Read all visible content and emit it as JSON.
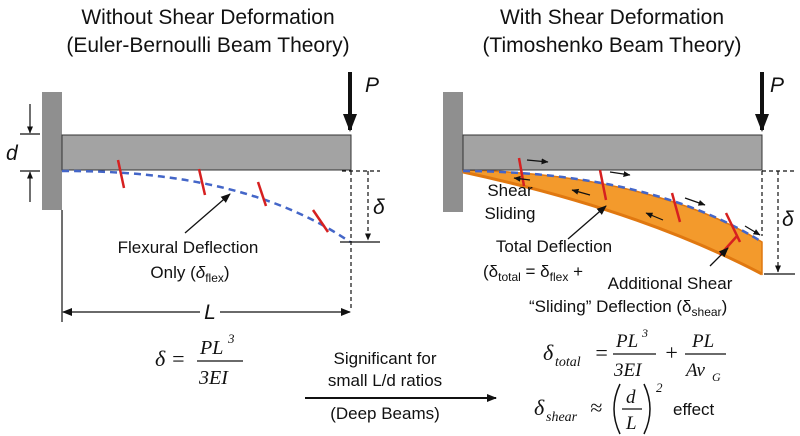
{
  "left_panel": {
    "title_1": "Without Shear Deformation",
    "title_2": "(Euler-Bernoulli Beam Theory)",
    "load": "P",
    "depth": "d",
    "deflection": "δ",
    "length": "L",
    "flexural_1": "Flexural Deflection",
    "flexural_2_a": "Only (",
    "flexural_2_delta": "δ",
    "flexural_2_sub": "flex",
    "flexural_2_b": ")",
    "formula": {
      "lhs": "δ =",
      "numerator": "PL",
      "numerator_exp": "3",
      "denominator": "3EI"
    }
  },
  "right_panel": {
    "title_1": "With Shear Deformation",
    "title_2": "(Timoshenko Beam Theory)",
    "load": "P",
    "deflection": "δ",
    "shear_sliding_1": "Shear",
    "shear_sliding_2": "Sliding",
    "total_1": "Total Deflection",
    "total_2_open": "(δ",
    "total_2_sub": "total",
    "total_2_mid": " = δ",
    "total_2_sub2": "flex",
    "total_2_plus": " +",
    "additional_1": "Additional Shear",
    "additional_2_a": "“Sliding” Deflection (δ",
    "additional_2_sub": "shear",
    "additional_2_b": ")",
    "formula_total": {
      "lhs": "δ",
      "lhs_sub": "total",
      "eq": "=",
      "t1_num": "PL",
      "t1_num_exp": "3",
      "t1_den": "3EI",
      "plus": "+",
      "t2_num": "PL",
      "t2_den": "Av",
      "t2_den_sub": "G"
    },
    "formula_shear": {
      "lhs": "δ",
      "lhs_sub": "shear",
      "approx": "≈",
      "frac_num": "d",
      "frac_den": "L",
      "exp": "2",
      "suffix": "effect"
    }
  },
  "middle": {
    "note_1": "Significant for",
    "note_2": "small L/d ratios",
    "note_3": "(Deep Beams)"
  },
  "colors": {
    "beam_fill": "#a3a3a3",
    "wall_fill": "#8f8f8f",
    "flexural_curve": "#4466c8",
    "section_marks": "#d62020",
    "shear_fill": "#f39a2c",
    "shear_edge": "#e07810"
  }
}
